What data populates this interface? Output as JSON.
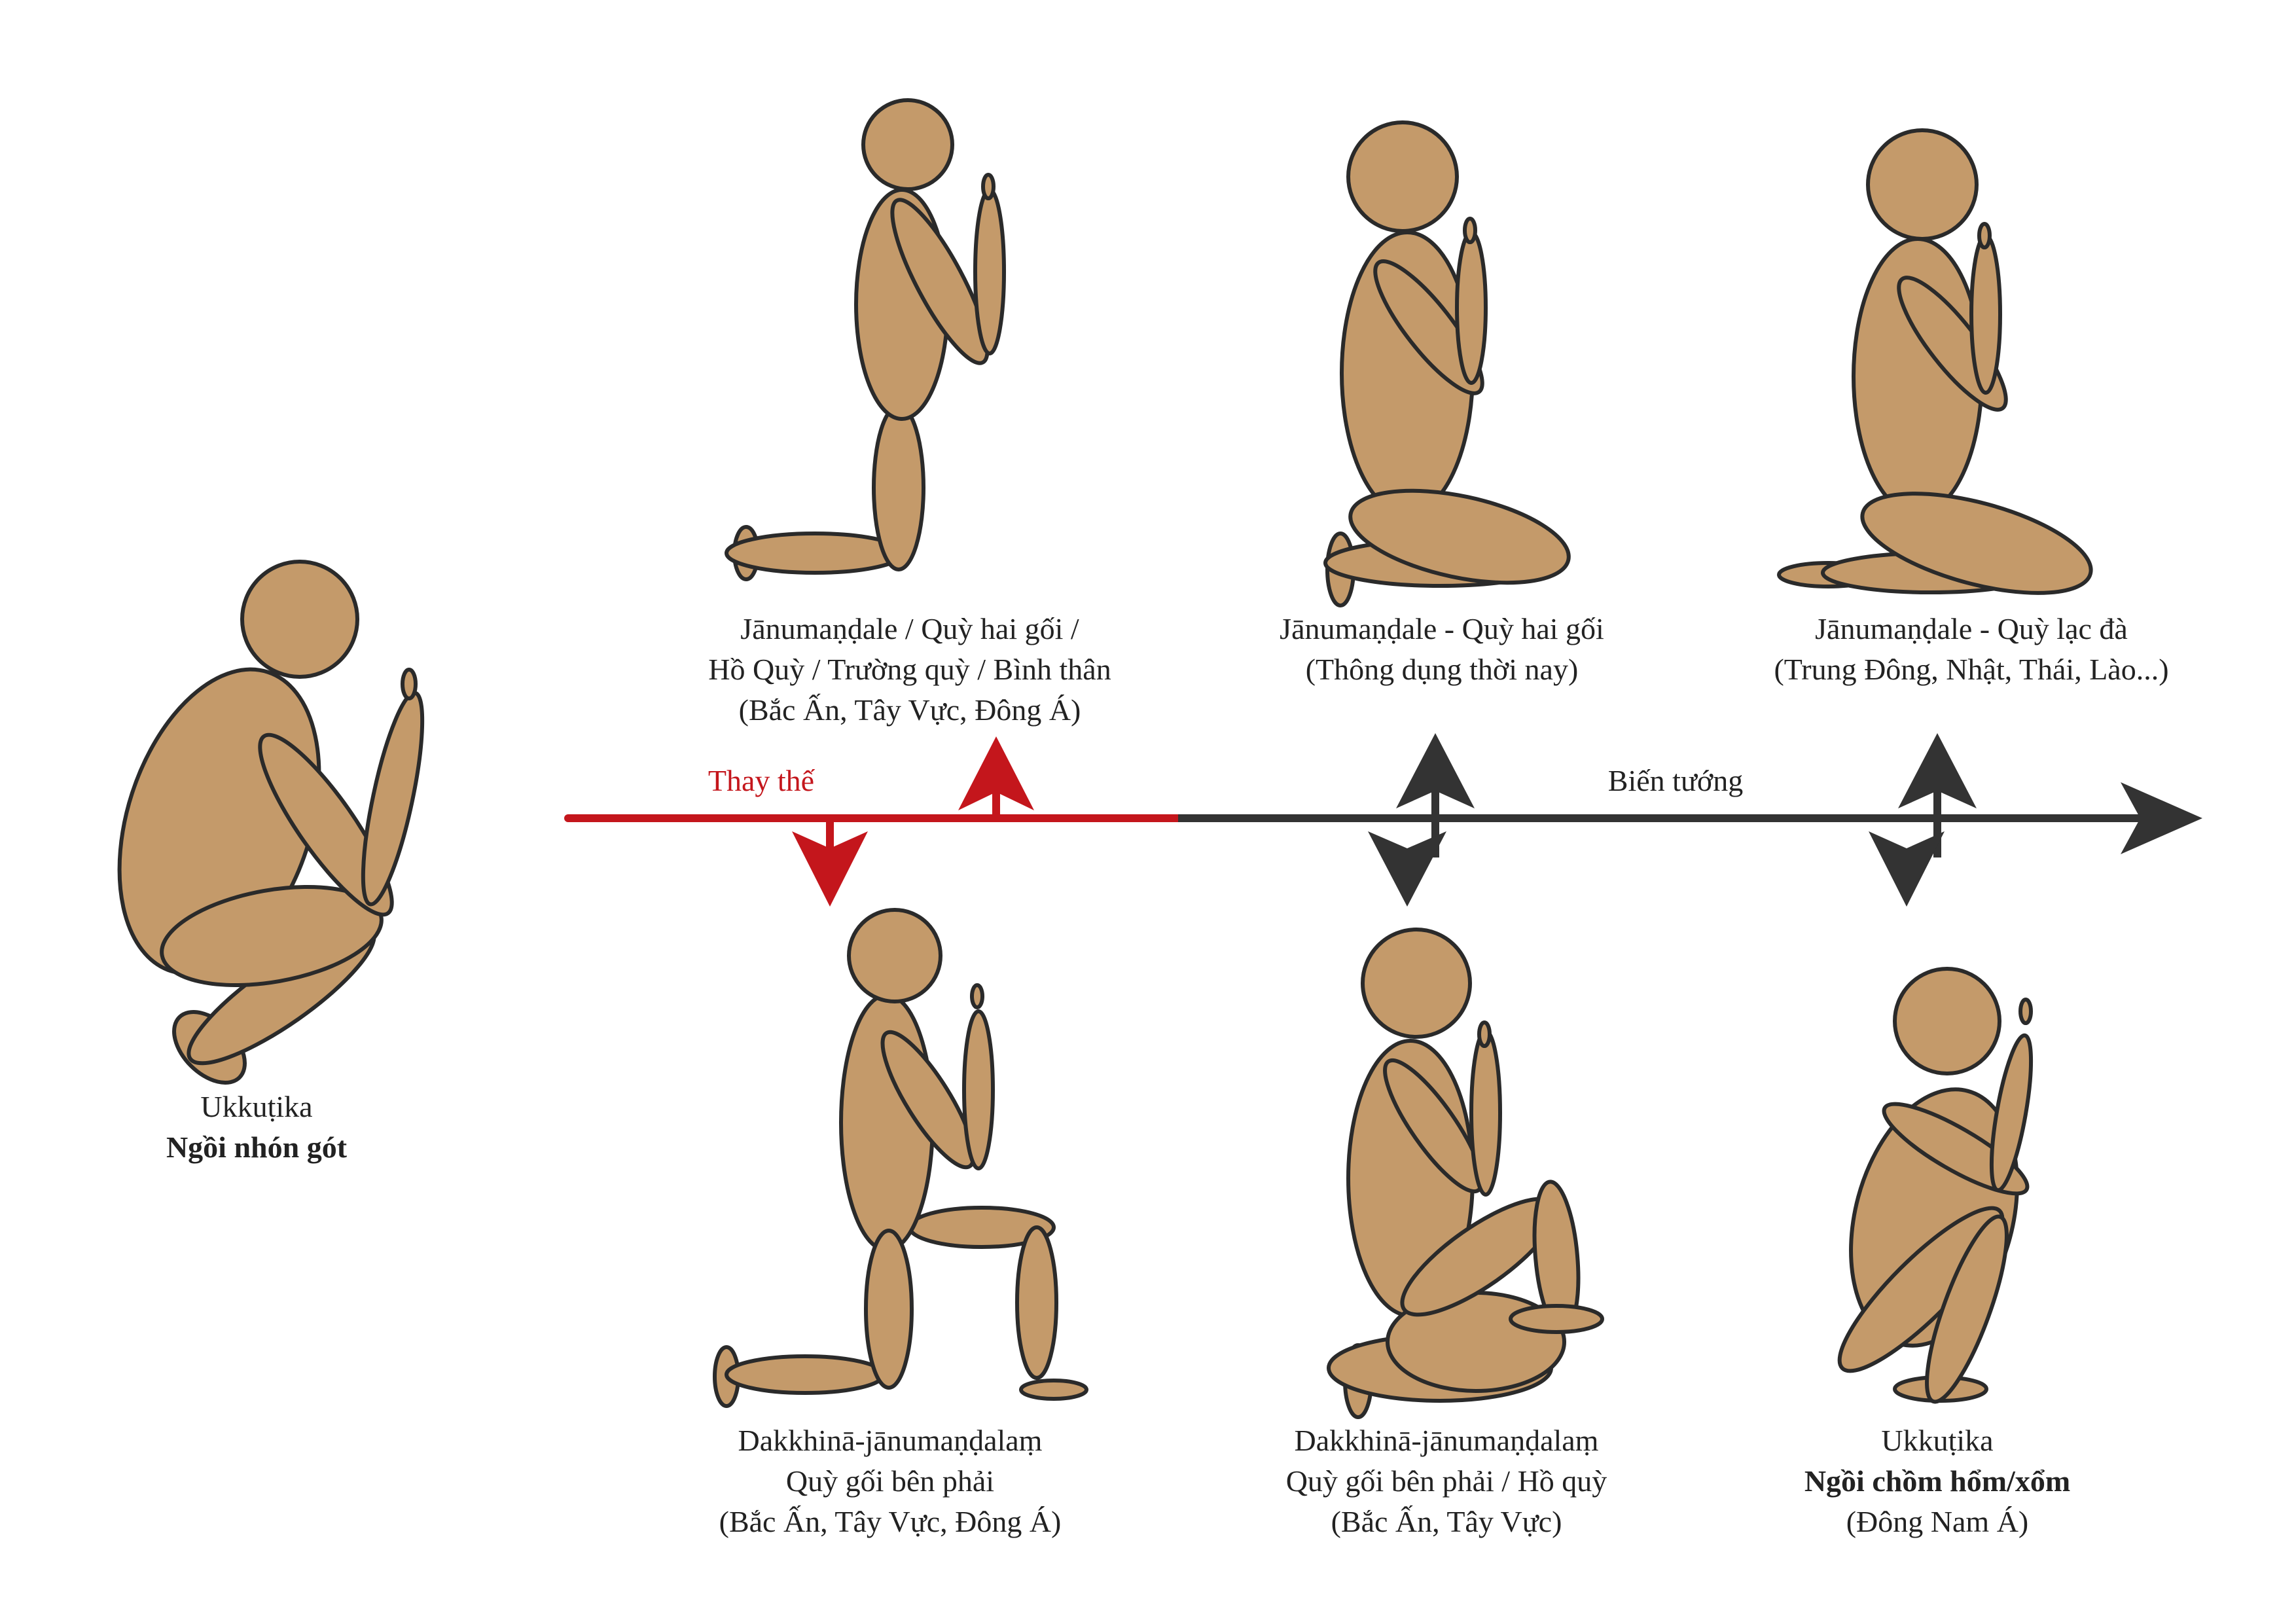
{
  "colors": {
    "figure_fill": "#c49a6a",
    "outline": "#2a2a2a",
    "replace_red": "#c4161c",
    "variant_dark": "#333333",
    "text": "#222222"
  },
  "arrow_labels": {
    "replace": "Thay thế",
    "variant": "Biến tướng"
  },
  "postures": [
    {
      "id": "ukkutika-heel",
      "lines": [
        "Ukkuṭika"
      ],
      "bold_line": "Ngồi nhón gót"
    },
    {
      "id": "janu-classic",
      "lines": [
        "Jānumaṇḍale / Quỳ hai gối /",
        "Hồ Quỳ / Trường quỳ / Bình thân",
        "(Bắc Ấn, Tây Vực, Đông Á)"
      ]
    },
    {
      "id": "janu-modern",
      "lines": [
        "Jānumaṇḍale - Quỳ hai gối",
        "(Thông dụng thời nay)"
      ]
    },
    {
      "id": "janu-camel",
      "lines": [
        "Jānumaṇḍale - Quỳ lạc đà",
        "(Trung Đông, Nhật, Thái, Lào...)"
      ]
    },
    {
      "id": "dakkhina-1",
      "lines": [
        "Dakkhinā-jānumaṇḍalaṃ",
        "Quỳ gối bên phải",
        "(Bắc Ấn, Tây Vực, Đông Á)"
      ]
    },
    {
      "id": "dakkhina-2",
      "lines": [
        "Dakkhinā-jānumaṇḍalaṃ",
        "Quỳ gối bên phải / Hồ quỳ",
        "(Bắc Ấn, Tây Vực)"
      ]
    },
    {
      "id": "ukkutika-squat",
      "lines": [
        "Ukkuṭika"
      ],
      "bold_line": "Ngồi chồm hổm/xổm",
      "after_lines": [
        "(Đông Nam Á)"
      ]
    }
  ]
}
